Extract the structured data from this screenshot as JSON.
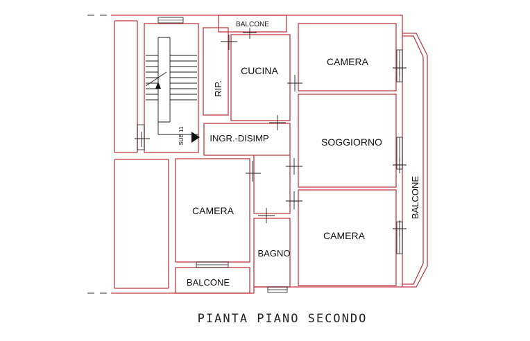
{
  "plan_title": "PIANTA PIANO SECONDO",
  "rooms": {
    "balcone_top": "BALCONE",
    "cucina": "CUCINA",
    "ripostiglio": "RIP.",
    "camera_top_right": "CAMERA",
    "soggiorno": "SOGGIORNO",
    "ingresso": "INGR.-DISIMP",
    "sub": "SUB 11",
    "camera_left": "CAMERA",
    "bagno": "BAGNO",
    "camera_bottom_right": "CAMERA",
    "balcone_right": "BALCONE",
    "balcone_bottom": "BALCONE"
  },
  "colors": {
    "walls": "#c0393f",
    "lines": "#1a1a1a"
  }
}
